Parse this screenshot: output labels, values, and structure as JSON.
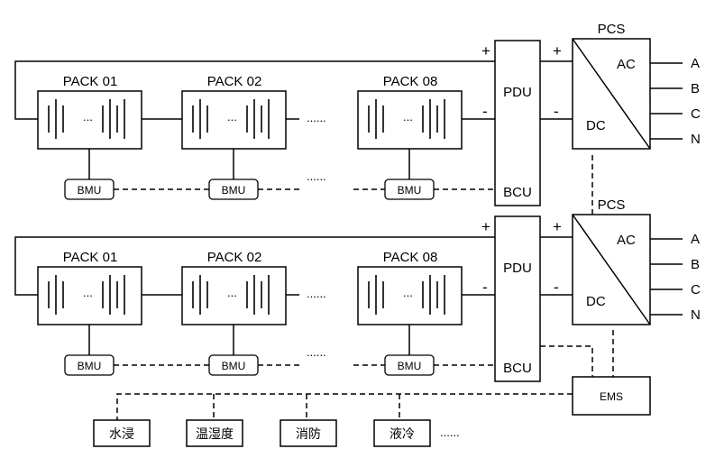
{
  "racks": [
    {
      "packs": [
        "PACK 01",
        "PACK 02",
        "PACK 08"
      ],
      "pack_ellipsis": "......",
      "cell_ellipsis": "...",
      "bmu_label": "BMU",
      "bmu_ellipsis": "......",
      "pdu_label": "PDU",
      "bcu_label": "BCU",
      "plus": "+",
      "minus": "-",
      "pcs_title": "PCS",
      "pcs_ac": "AC",
      "pcs_dc": "DC",
      "outputs": [
        "A",
        "B",
        "C",
        "N"
      ]
    },
    {
      "packs": [
        "PACK 01",
        "PACK 02",
        "PACK 08"
      ],
      "pack_ellipsis": "......",
      "cell_ellipsis": "...",
      "bmu_label": "BMU",
      "bmu_ellipsis": "......",
      "pdu_label": "PDU",
      "bcu_label": "BCU",
      "plus": "+",
      "minus": "-",
      "pcs_title": "PCS",
      "pcs_ac": "AC",
      "pcs_dc": "DC",
      "outputs": [
        "A",
        "B",
        "C",
        "N"
      ]
    }
  ],
  "ems_label": "EMS",
  "aux_systems": [
    "水浸",
    "温湿度",
    "消防",
    "液冷"
  ],
  "aux_ellipsis": "......"
}
